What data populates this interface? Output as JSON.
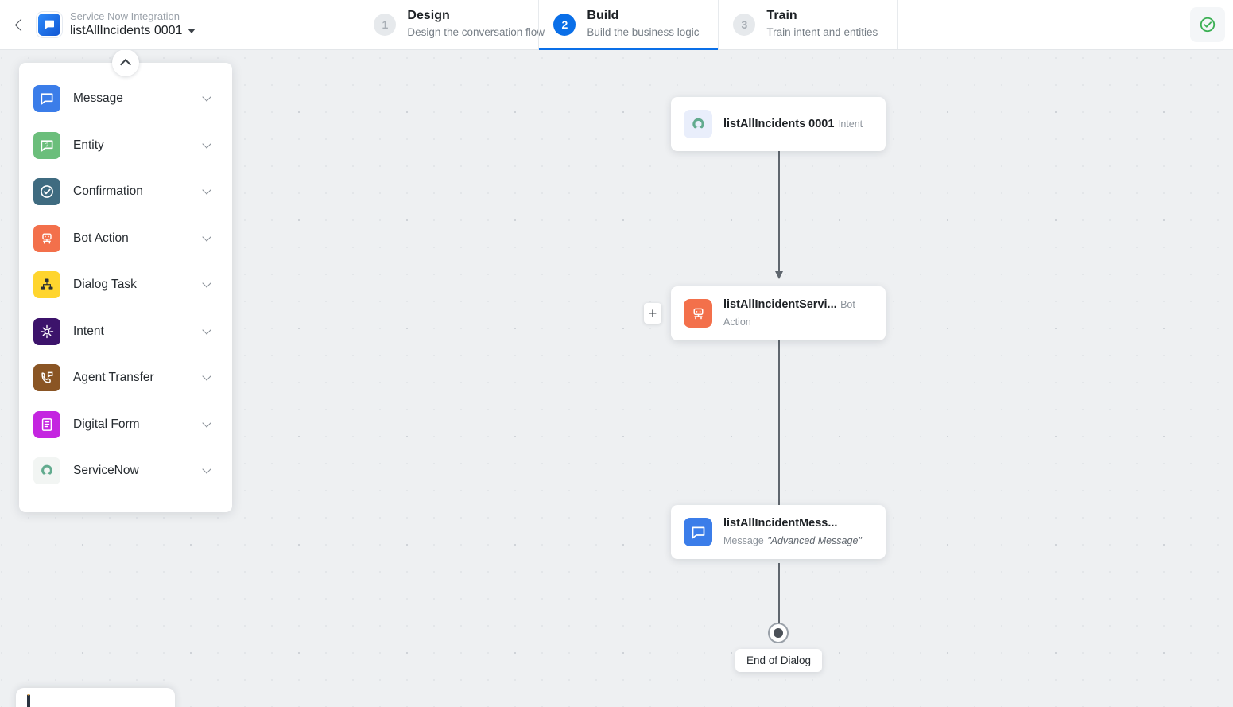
{
  "header": {
    "back_icon": "chevron-left-icon",
    "app_icon": "bot-app-icon",
    "breadcrumb_parent": "Service Now Integration",
    "title": "listAllIncidents 0001",
    "title_caret_icon": "caret-down-icon",
    "status_icon": "check-circle-icon",
    "status_color": "#3cb054",
    "steps": [
      {
        "num": "1",
        "title": "Design",
        "desc": "Design the conversation flow",
        "active": false
      },
      {
        "num": "2",
        "title": "Build",
        "desc": "Build the business logic",
        "active": true
      },
      {
        "num": "3",
        "title": "Train",
        "desc": "Train intent and entities",
        "active": false
      }
    ],
    "active_accent": "#0a6fe8"
  },
  "palette": {
    "collapse_icon": "chevron-up-icon",
    "items": [
      {
        "label": "Message",
        "icon": "message-bubble-icon",
        "color": "#3b7de9",
        "chevron": "chevron-down-icon"
      },
      {
        "label": "Entity",
        "icon": "entity-question-icon",
        "color": "#6bbe7b",
        "chevron": "chevron-down-icon"
      },
      {
        "label": "Confirmation",
        "icon": "check-circle-icon",
        "color": "#3f6b80",
        "chevron": "chevron-down-icon"
      },
      {
        "label": "Bot Action",
        "icon": "robot-icon",
        "color": "#f3704b",
        "chevron": "chevron-down-icon"
      },
      {
        "label": "Dialog Task",
        "icon": "sitemap-icon",
        "color": "#ffd52e",
        "chevron": "chevron-down-icon"
      },
      {
        "label": "Intent",
        "icon": "target-icon",
        "color": "#3c136b",
        "chevron": "chevron-down-icon"
      },
      {
        "label": "Agent Transfer",
        "icon": "phone-transfer-icon",
        "color": "#8a5524",
        "chevron": "chevron-down-icon"
      },
      {
        "label": "Digital Form",
        "icon": "form-document-icon",
        "color": "#c425e0",
        "chevron": "chevron-down-icon"
      },
      {
        "label": "ServiceNow",
        "icon": "servicenow-icon",
        "color": "#f2f5f3",
        "chevron": "chevron-down-icon"
      }
    ]
  },
  "flow": {
    "nodes": [
      {
        "title": "listAllIncidents 0001",
        "subtitle": "Intent",
        "extra": "",
        "icon": "servicenow-icon",
        "icon_bg": "#e9eefb",
        "icon_color": "#62ab8e",
        "has_plus": false,
        "plus_label": ""
      },
      {
        "title": "listAllIncidentServi...",
        "subtitle": "Bot Action",
        "extra": "",
        "icon": "robot-icon",
        "icon_bg": "#f3704b",
        "icon_color": "#ffffff",
        "has_plus": true,
        "plus_label": "+"
      },
      {
        "title": "listAllIncidentMess...",
        "subtitle": "Message",
        "extra": "\"Advanced Message\"",
        "icon": "message-bubble-icon",
        "icon_bg": "#3b7de9",
        "icon_color": "#ffffff",
        "has_plus": false,
        "plus_label": ""
      }
    ],
    "end_label": "End of Dialog",
    "connector_color": "#5f666e"
  }
}
